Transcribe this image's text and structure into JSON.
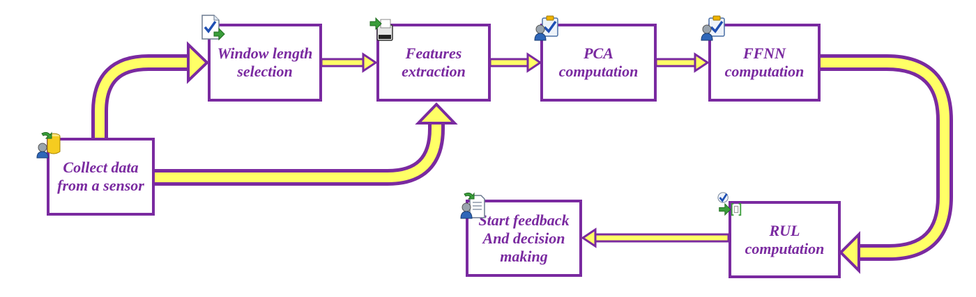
{
  "diagram": {
    "nodes": [
      {
        "id": "window",
        "label": "Window length\nselection",
        "icon": "document-check-arrow-icon"
      },
      {
        "id": "features",
        "label": "Features\nextraction",
        "icon": "export-scanner-icon"
      },
      {
        "id": "pca",
        "label": "PCA\ncomputation",
        "icon": "user-clipboard-check-icon"
      },
      {
        "id": "ffnn",
        "label": "FFNN\ncomputation",
        "icon": "user-clipboard-check-icon"
      },
      {
        "id": "collect",
        "label": "Collect data\nfrom a sensor",
        "icon": "user-database-icon"
      },
      {
        "id": "rul",
        "label": "RUL\ncomputation",
        "icon": "check-arrow-bracket-icon"
      },
      {
        "id": "feedback",
        "label": "Start feedback\nAnd decision\nmaking",
        "icon": "user-document-icon"
      }
    ],
    "edges": [
      {
        "from": "collect",
        "to": "window"
      },
      {
        "from": "collect",
        "to": "features"
      },
      {
        "from": "window",
        "to": "features"
      },
      {
        "from": "features",
        "to": "pca"
      },
      {
        "from": "pca",
        "to": "ffnn"
      },
      {
        "from": "ffnn",
        "to": "rul"
      },
      {
        "from": "rul",
        "to": "feedback"
      }
    ]
  },
  "colors": {
    "border": "#7a2aa0",
    "arrow_fill": "#ffff66",
    "arrow_outline": "#7a2aa0",
    "label_text": "#7a2aa0"
  }
}
